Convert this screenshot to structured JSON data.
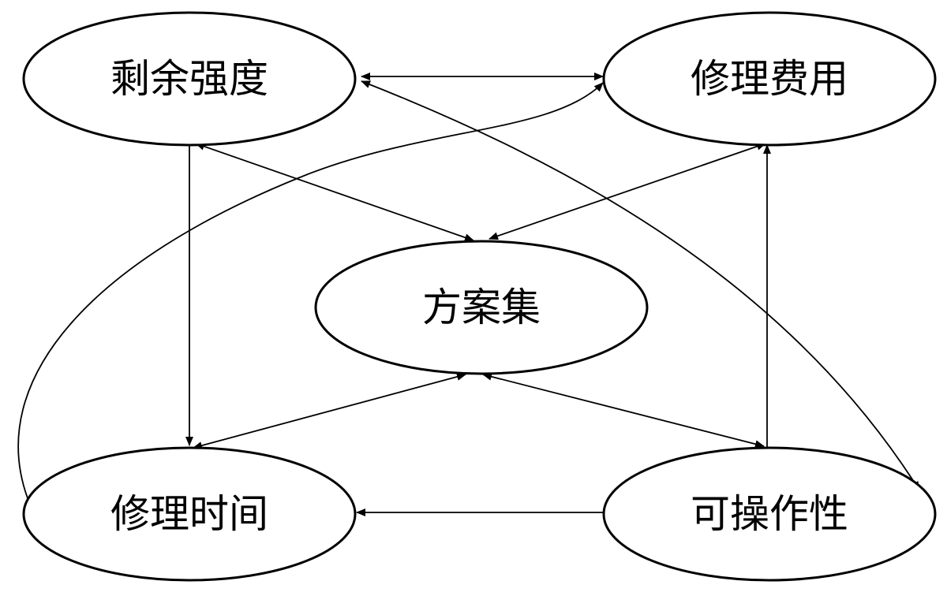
{
  "nodes": {
    "residual_strength": {
      "label": "剩余强度"
    },
    "repair_cost": {
      "label": "修理费用"
    },
    "scheme_set": {
      "label": "方案集"
    },
    "repair_time": {
      "label": "修理时间"
    },
    "operability": {
      "label": "可操作性"
    }
  },
  "edges": [
    {
      "from": "residual_strength",
      "to": "repair_cost",
      "direction": "both"
    },
    {
      "from": "residual_strength",
      "to": "scheme_set",
      "direction": "both"
    },
    {
      "from": "repair_cost",
      "to": "scheme_set",
      "direction": "both"
    },
    {
      "from": "residual_strength",
      "to": "repair_time",
      "direction": "forward"
    },
    {
      "from": "repair_time",
      "to": "repair_cost",
      "direction": "forward"
    },
    {
      "from": "residual_strength",
      "to": "operability",
      "direction": "both"
    },
    {
      "from": "scheme_set",
      "to": "repair_time",
      "direction": "both"
    },
    {
      "from": "scheme_set",
      "to": "operability",
      "direction": "both"
    },
    {
      "from": "operability",
      "to": "repair_cost",
      "direction": "forward"
    },
    {
      "from": "operability",
      "to": "repair_time",
      "direction": "forward"
    }
  ]
}
